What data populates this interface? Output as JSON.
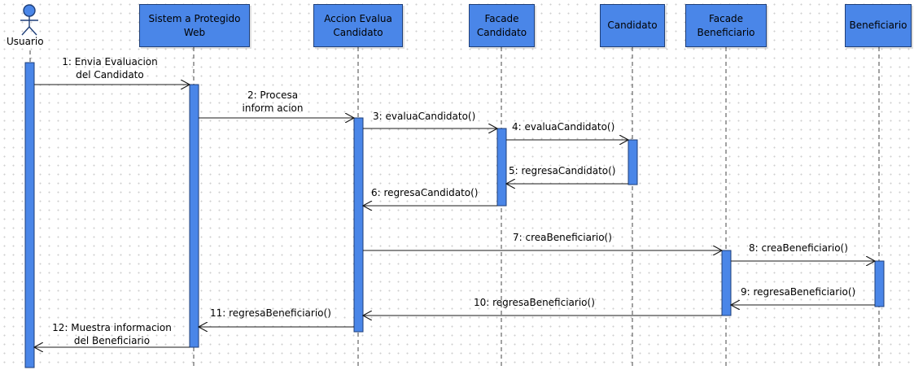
{
  "diagram_type": "UML sequence diagram",
  "colors": {
    "lifeline_fill": "#4a86e8",
    "activation_fill": "#4a86e8",
    "border": "#1f3f78",
    "message_line": "#1a1a1a",
    "background": "#ffffff"
  },
  "actor": {
    "name": "Usuario",
    "icon": "stick-figure-icon"
  },
  "lifelines": [
    {
      "id": "sistema",
      "label": "Sistema Protegido Web",
      "lines": [
        "Sistem a Protegido",
        "Web"
      ]
    },
    {
      "id": "accion",
      "label": "Accion Evalua Candidato",
      "lines": [
        "Accion Evalua",
        "Candidato"
      ]
    },
    {
      "id": "facade_candidato",
      "label": "Facade Candidato",
      "lines": [
        "Facade",
        "Candidato"
      ]
    },
    {
      "id": "candidato",
      "label": "Candidato",
      "lines": [
        "Candidato"
      ]
    },
    {
      "id": "facade_beneficiario",
      "label": "Facade Beneficiario",
      "lines": [
        "Facade",
        "Beneficiario"
      ]
    },
    {
      "id": "beneficiario",
      "label": "Beneficiario",
      "lines": [
        "Beneficiario"
      ]
    }
  ],
  "messages": [
    {
      "n": 1,
      "from": "usuario",
      "to": "sistema",
      "type": "call",
      "lines": [
        "1: Envia Evaluacion",
        "del Candidato"
      ]
    },
    {
      "n": 2,
      "from": "sistema",
      "to": "accion",
      "type": "call",
      "lines": [
        "2: Procesa",
        "inform acion"
      ]
    },
    {
      "n": 3,
      "from": "accion",
      "to": "facade_candidato",
      "type": "call",
      "lines": [
        "3: evaluaCandidato()"
      ]
    },
    {
      "n": 4,
      "from": "facade_candidato",
      "to": "candidato",
      "type": "call",
      "lines": [
        "4: evaluaCandidato()"
      ]
    },
    {
      "n": 5,
      "from": "candidato",
      "to": "facade_candidato",
      "type": "return",
      "lines": [
        "5: regresaCandidato()"
      ]
    },
    {
      "n": 6,
      "from": "facade_candidato",
      "to": "accion",
      "type": "return",
      "lines": [
        "6: regresaCandidato()"
      ]
    },
    {
      "n": 7,
      "from": "accion",
      "to": "facade_beneficiario",
      "type": "call",
      "lines": [
        "7: creaBeneficiario()"
      ]
    },
    {
      "n": 8,
      "from": "facade_beneficiario",
      "to": "beneficiario",
      "type": "call",
      "lines": [
        "8: creaBeneficiario()"
      ]
    },
    {
      "n": 9,
      "from": "beneficiario",
      "to": "facade_beneficiario",
      "type": "return",
      "lines": [
        "9: regresaBeneficiario()"
      ]
    },
    {
      "n": 10,
      "from": "facade_beneficiario",
      "to": "accion",
      "type": "return",
      "lines": [
        "10: regresaBeneficiario()"
      ]
    },
    {
      "n": 11,
      "from": "accion",
      "to": "sistema",
      "type": "return",
      "lines": [
        "11: regresaBeneficiario()"
      ]
    },
    {
      "n": 12,
      "from": "sistema",
      "to": "usuario",
      "type": "return",
      "lines": [
        "12: Muestra informacion",
        "del Beneficiario"
      ]
    }
  ]
}
